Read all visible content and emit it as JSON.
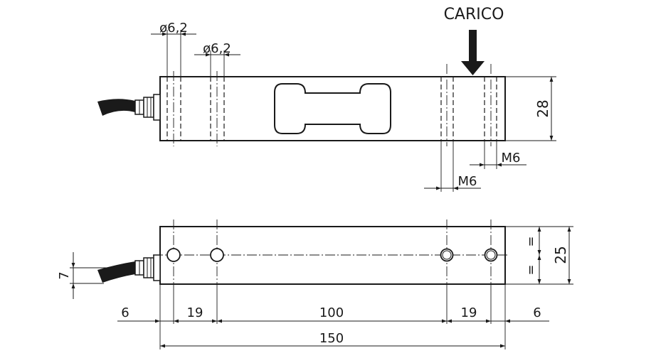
{
  "labels": {
    "load": "CARICO",
    "hole_dia_1": "ø6,2",
    "hole_dia_2": "ø6,2",
    "thread_1": "M6",
    "thread_2": "M6",
    "height_side": "28",
    "height_top": "25",
    "cable_offset": "7",
    "equal_1": "=",
    "equal_2": "=",
    "dim_6_left": "6",
    "dim_19_left": "19",
    "dim_100": "100",
    "dim_19_right": "19",
    "dim_6_right": "6",
    "dim_150": "150"
  }
}
